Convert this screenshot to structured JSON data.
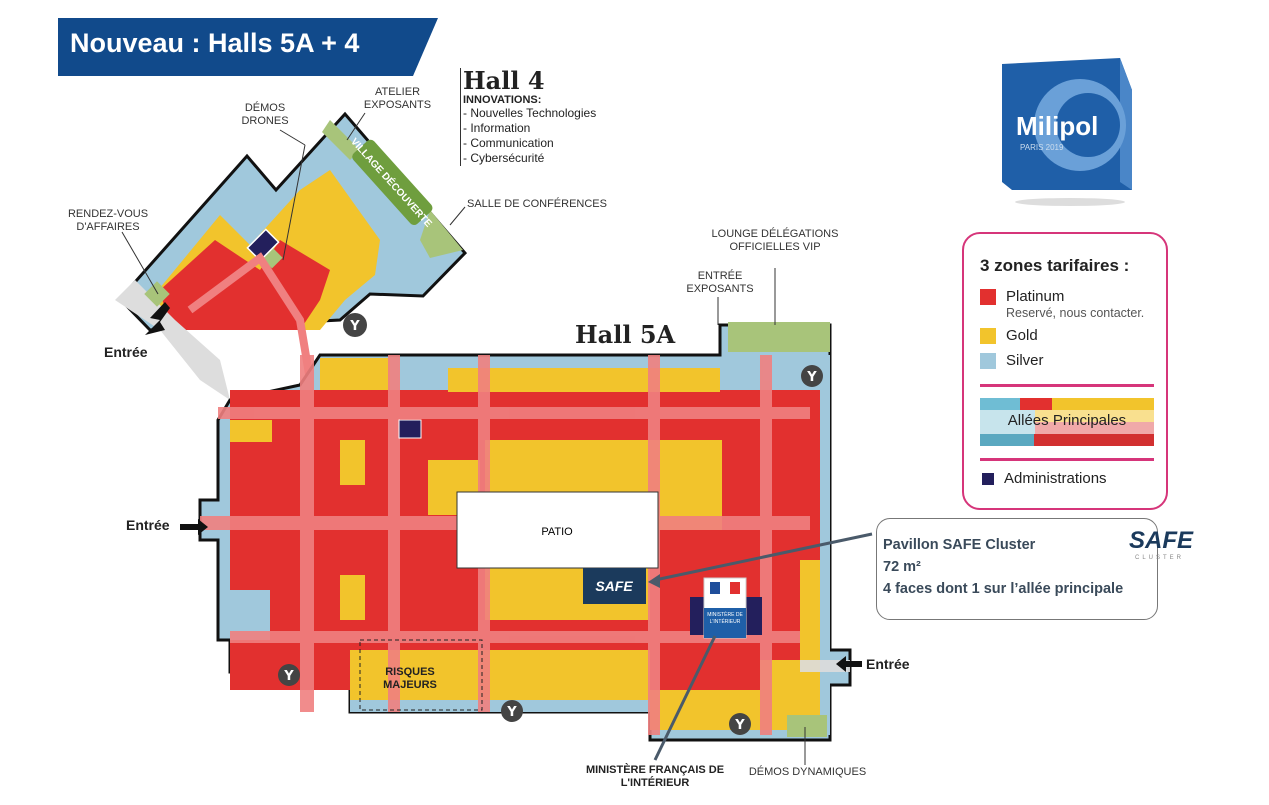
{
  "banner": {
    "title": "Nouveau : Halls 5A + 4"
  },
  "hall4": {
    "title": "Hall 4",
    "subtitle": "INNOVATIONS:",
    "items": [
      "- Nouvelles Technologies",
      "- Information",
      "- Communication",
      "- Cybersécurité"
    ]
  },
  "hall5a": {
    "title": "Hall 5A"
  },
  "labels": {
    "atelier": "ATELIER EXPOSANTS",
    "demos_drones": "DÉMOS DRONES",
    "rdv": "RENDEZ-VOUS D'AFFAIRES",
    "salle": "SALLE DE CONFÉRENCES",
    "village": "VILLAGE DÉCOUVERTE",
    "lounge": "LOUNGE DÉLÉGATIONS OFFICIELLES VIP",
    "entree_exposants": "ENTRÉE EXPOSANTS",
    "patio": "PATIO",
    "risques": "RISQUES MAJEURS",
    "ministere": "MINISTÈRE FRANÇAIS DE L'INTÉRIEUR",
    "demos_dyn": "DÉMOS DYNAMIQUES",
    "ministere_sign": "MINISTÈRE DE L'INTÉRIEUR",
    "safe_sign": "SAFE",
    "entree": "Entrée"
  },
  "legend": {
    "title": "3 zones tarifaires :",
    "zones": [
      {
        "name": "Platinum",
        "note": "Reservé, nous contacter.",
        "color": "#e2302f"
      },
      {
        "name": "Gold",
        "color": "#f2c42c"
      },
      {
        "name": "Silver",
        "color": "#a0c8dc"
      }
    ],
    "allees": "Allées Principales",
    "admin": {
      "name": "Administrations",
      "color": "#231f5c"
    }
  },
  "safe_cluster": {
    "title": "Pavillon SAFE Cluster",
    "area": "72 m²",
    "faces": "4 faces dont 1 sur l’allée principale",
    "logo": "SAFE",
    "logo_sub": "CLUSTER"
  },
  "logo": {
    "name": "Milipol",
    "sub": "PARIS 2019"
  }
}
